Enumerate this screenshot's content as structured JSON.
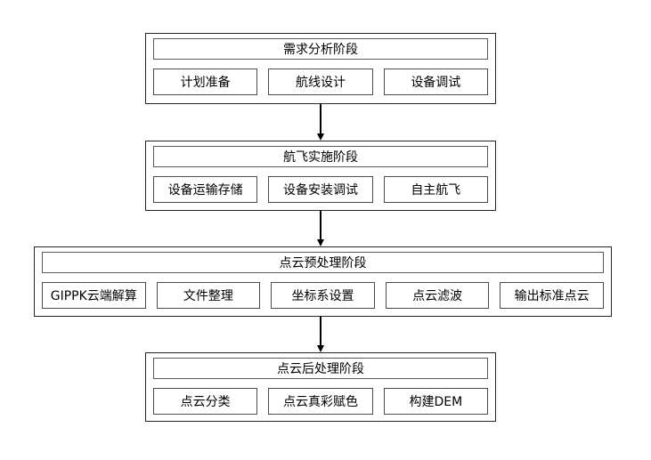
{
  "diagram": {
    "type": "flowchart",
    "direction": "top-to-bottom",
    "colors": {
      "background": "#ffffff",
      "outer_border": "#262626",
      "inner_border": "#595959",
      "text": "#000000",
      "arrow": "#000000"
    },
    "stages": [
      {
        "header": "需求分析阶段",
        "steps": [
          "计划准备",
          "航线设计",
          "设备调试"
        ]
      },
      {
        "header": "航飞实施阶段",
        "steps": [
          "设备运输存储",
          "设备安装调试",
          "自主航飞"
        ]
      },
      {
        "header": "点云预处理阶段",
        "steps": [
          "GIPPK云端解算",
          "文件整理",
          "坐标系设置",
          "点云滤波",
          "输出标准点云"
        ]
      },
      {
        "header": "点云后处理阶段",
        "steps": [
          "点云分类",
          "点云真彩赋色",
          "构建DEM"
        ]
      }
    ]
  }
}
